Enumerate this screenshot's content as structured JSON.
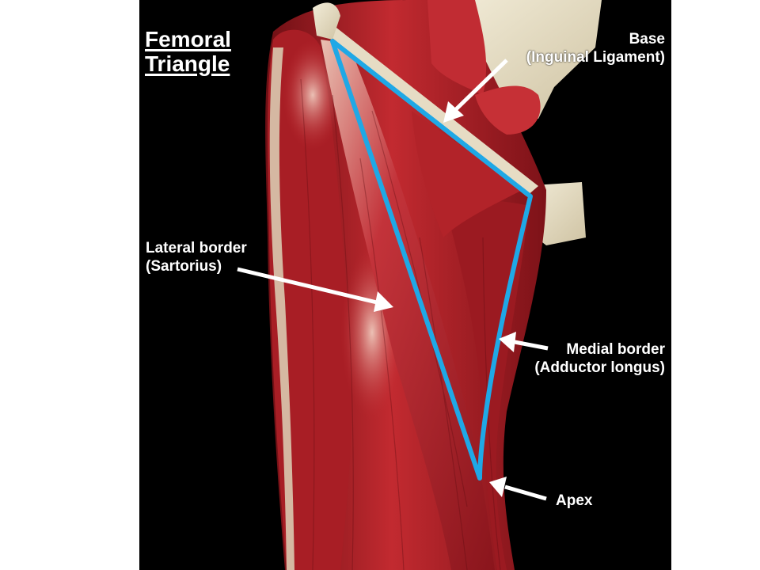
{
  "title": {
    "line1": "Femoral",
    "line2": "Triangle"
  },
  "labels": {
    "base": {
      "line1": "Base",
      "line2": "(Inguinal Ligament)"
    },
    "lateral": {
      "line1": "Lateral border",
      "line2": "(Sartorius)"
    },
    "medial": {
      "line1": "Medial border",
      "line2": "(Adductor longus)"
    },
    "apex": {
      "line1": "Apex"
    }
  },
  "colors": {
    "outline": "#1fa8e6",
    "muscle": "#b8232b",
    "muscle_dark": "#6e0f14",
    "highlight": "#e8b3a6",
    "ligament": "#e6dcc4",
    "background": "#000000",
    "page": "#ffffff",
    "text": "#ffffff"
  }
}
